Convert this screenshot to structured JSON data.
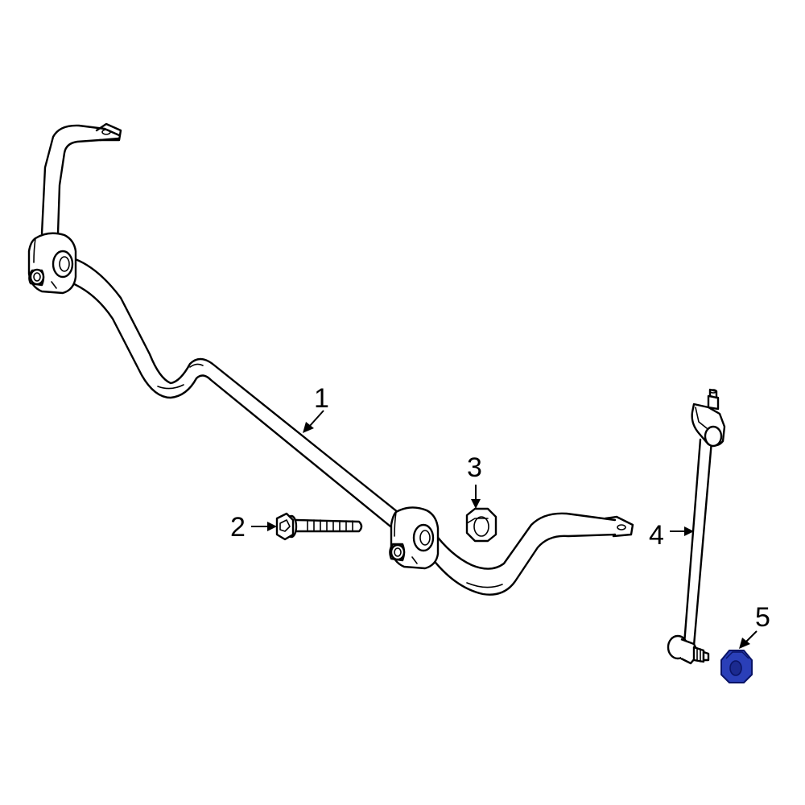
{
  "callouts": [
    {
      "id": "1",
      "label": "1",
      "part": "stabilizer-bar"
    },
    {
      "id": "2",
      "label": "2",
      "part": "bolt"
    },
    {
      "id": "3",
      "label": "3",
      "part": "nut"
    },
    {
      "id": "4",
      "label": "4",
      "part": "stabilizer-link"
    },
    {
      "id": "5",
      "label": "5",
      "part": "flange-nut"
    }
  ],
  "colors": {
    "line": "#000000",
    "background": "#ffffff",
    "highlight_fill": "#2a3fb8",
    "highlight_stroke": "#0a1466"
  },
  "highlighted_part": "5"
}
